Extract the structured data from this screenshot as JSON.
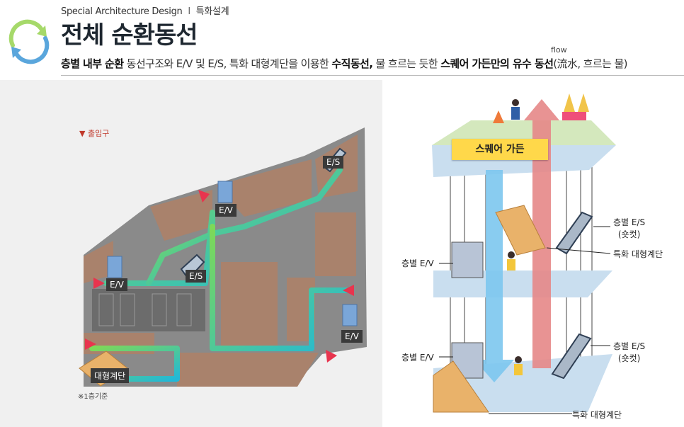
{
  "header": {
    "kicker_en": "Special Architecture Design",
    "kicker_sep": "I",
    "kicker_ko": "특화설계",
    "title": "전체 순환동선",
    "flow_note": "flow",
    "subtitle": {
      "b1": "층별 내부 순환",
      "t1": " 동선구조와 E/V 및 E/S, 특화 대형계단을 이용한 ",
      "b2": "수직동선,",
      "t2": " 물 흐르는 듯한 ",
      "b3": "스퀘어 가든만의 유수 동선",
      "t3": "(流水, 흐르는 물)"
    }
  },
  "floorplan": {
    "legend": "▼ 출입구",
    "ev_labels": [
      "E/V",
      "E/V",
      "E/V"
    ],
    "es_labels": [
      "E/S",
      "E/S"
    ],
    "stair_label": "대형계단",
    "note": "※1층기준"
  },
  "diagram": {
    "garden_label": "스퀘어 가든",
    "left_labels": [
      "층별 E/V",
      "층별 E/V"
    ],
    "right_es_1": [
      "층별 E/S",
      "(숏컷)"
    ],
    "right_stair_1": "특화 대형계단",
    "right_es_2": [
      "층별 E/S",
      "(숏컷)"
    ],
    "right_stair_2": "특화 대형계단"
  },
  "colors": {
    "title": "#1e2730",
    "flow_green": "#7ed957",
    "flow_cyan": "#21b8d8",
    "store_brown": "#a9826c",
    "entry_red": "#e8344e",
    "floor_slab": "#c9deef",
    "arrow_red": "#e58787",
    "arrow_blue": "#7cc6ee"
  }
}
